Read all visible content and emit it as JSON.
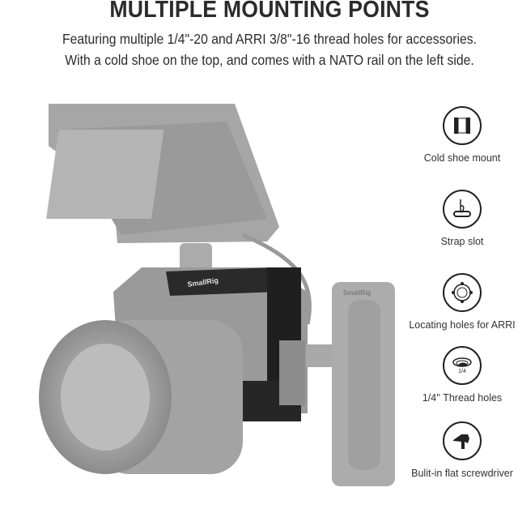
{
  "header": {
    "title": "MULTIPLE MOUNTING POINTS",
    "subtitle_line1": "Featuring multiple 1/4\"-20 and ARRI 3/8\"-16 thread holes for accessories.",
    "subtitle_line2": "With a cold shoe on the top, and comes with a NATO rail on the left side."
  },
  "features": [
    {
      "label": "Cold shoe mount",
      "icon": "cold-shoe-icon"
    },
    {
      "label": "Strap slot",
      "icon": "strap-slot-icon"
    },
    {
      "label": "Locating holes for ARRI",
      "icon": "arri-locating-holes-icon"
    },
    {
      "label": "1/4'' Thread holes",
      "icon": "thread-hole-icon",
      "icon_text": "1/4"
    },
    {
      "label": "Bulit-in flat screwdriver",
      "icon": "screwdriver-icon"
    }
  ],
  "product": {
    "brand_marks": "SmallRig"
  }
}
